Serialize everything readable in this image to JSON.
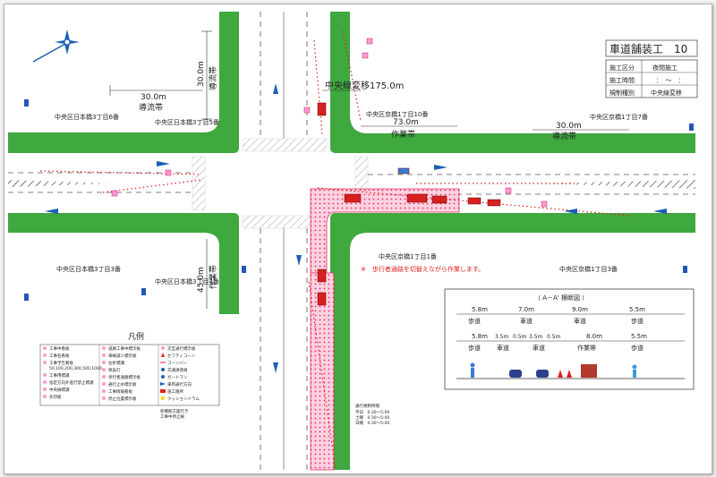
{
  "title": {
    "main": "車道舗装工",
    "number": "10"
  },
  "info_table": [
    {
      "label": "施工区分",
      "value": "夜間施工"
    },
    {
      "label": "施工時間",
      "value": "：　～　："
    },
    {
      "label": "規制種別",
      "value": "中央線変移"
    }
  ],
  "dimensions": {
    "d30_top": "30.0m",
    "d30_left": "30.0m",
    "ryuryu": "導流帯",
    "chuo_shift": "中央線変移175.0m",
    "d73": "73.0m",
    "sagyotai": "作業帯",
    "d30_right": "30.0m",
    "d45": "45.0m",
    "sagyotai_v": "作業帯"
  },
  "districts": {
    "nw": "中央区日本橋3丁目6番",
    "n_mid": "中央区日本橋3丁目5番",
    "ne_mid": "中央区京橋1丁目10番",
    "ne": "中央区京橋1丁目7番",
    "sw": "中央区日本橋3丁目3番",
    "s_mid": "中央区日本橋3丁目4番",
    "se_mid": "中央区京橋1丁目1番",
    "se": "中央区京橋1丁目3番"
  },
  "note": "※　歩行者通路を切替えながら作業します。",
  "cross_section": {
    "title": "（ A－A' 横断図 ）",
    "row1": [
      {
        "width": "5.8m",
        "label": "歩道"
      },
      {
        "width": "7.0m",
        "label": "車道"
      },
      {
        "width": "9.0m",
        "label": "車道"
      },
      {
        "width": "5.5m",
        "label": "歩道"
      }
    ],
    "row2": [
      {
        "width": "5.8m",
        "label": "歩道"
      },
      {
        "width": "3.5m",
        "label": "車道"
      },
      {
        "width": "0.5m",
        "label": ""
      },
      {
        "width": "3.5m",
        "label": "車道"
      },
      {
        "width": "0.5m",
        "label": ""
      },
      {
        "width": "8.0m",
        "label": "作業帯"
      },
      {
        "width": "5.5m",
        "label": "歩道"
      }
    ]
  },
  "legend": {
    "title": "凡例",
    "items": [
      "工事中看板",
      "工事名看板",
      "工事予告看板",
      "工事用標識",
      "指定方向外進行禁止標識",
      "中央線標識",
      "矢印板",
      "道路工事中標示板",
      "車線減少標示板",
      "左折標識",
      "保安灯",
      "歩行者通路標示板",
      "通行止め標示板",
      "工事情報看板",
      "停止位置標示板",
      "交互通行標示板",
      "セフティコーン",
      "コーンバー",
      "交通誘導員",
      "ガードマン",
      "車両通行方向",
      "施工箇所",
      "クッションドラム"
    ],
    "sizes": "50,100,200,300,500,1000",
    "footnote": [
      "新橋駅方面行き",
      "工事中停止線"
    ]
  },
  "schedule": {
    "title": "通行規制時間",
    "rows": [
      "平日　0:30～5:00",
      "土曜　0:30～5:00",
      "日曜　0:30～5:00"
    ]
  },
  "colors": {
    "green": "#3fa83f",
    "pink": "#ffc9dd",
    "red": "#e02020",
    "blue": "#1a5fb4"
  }
}
